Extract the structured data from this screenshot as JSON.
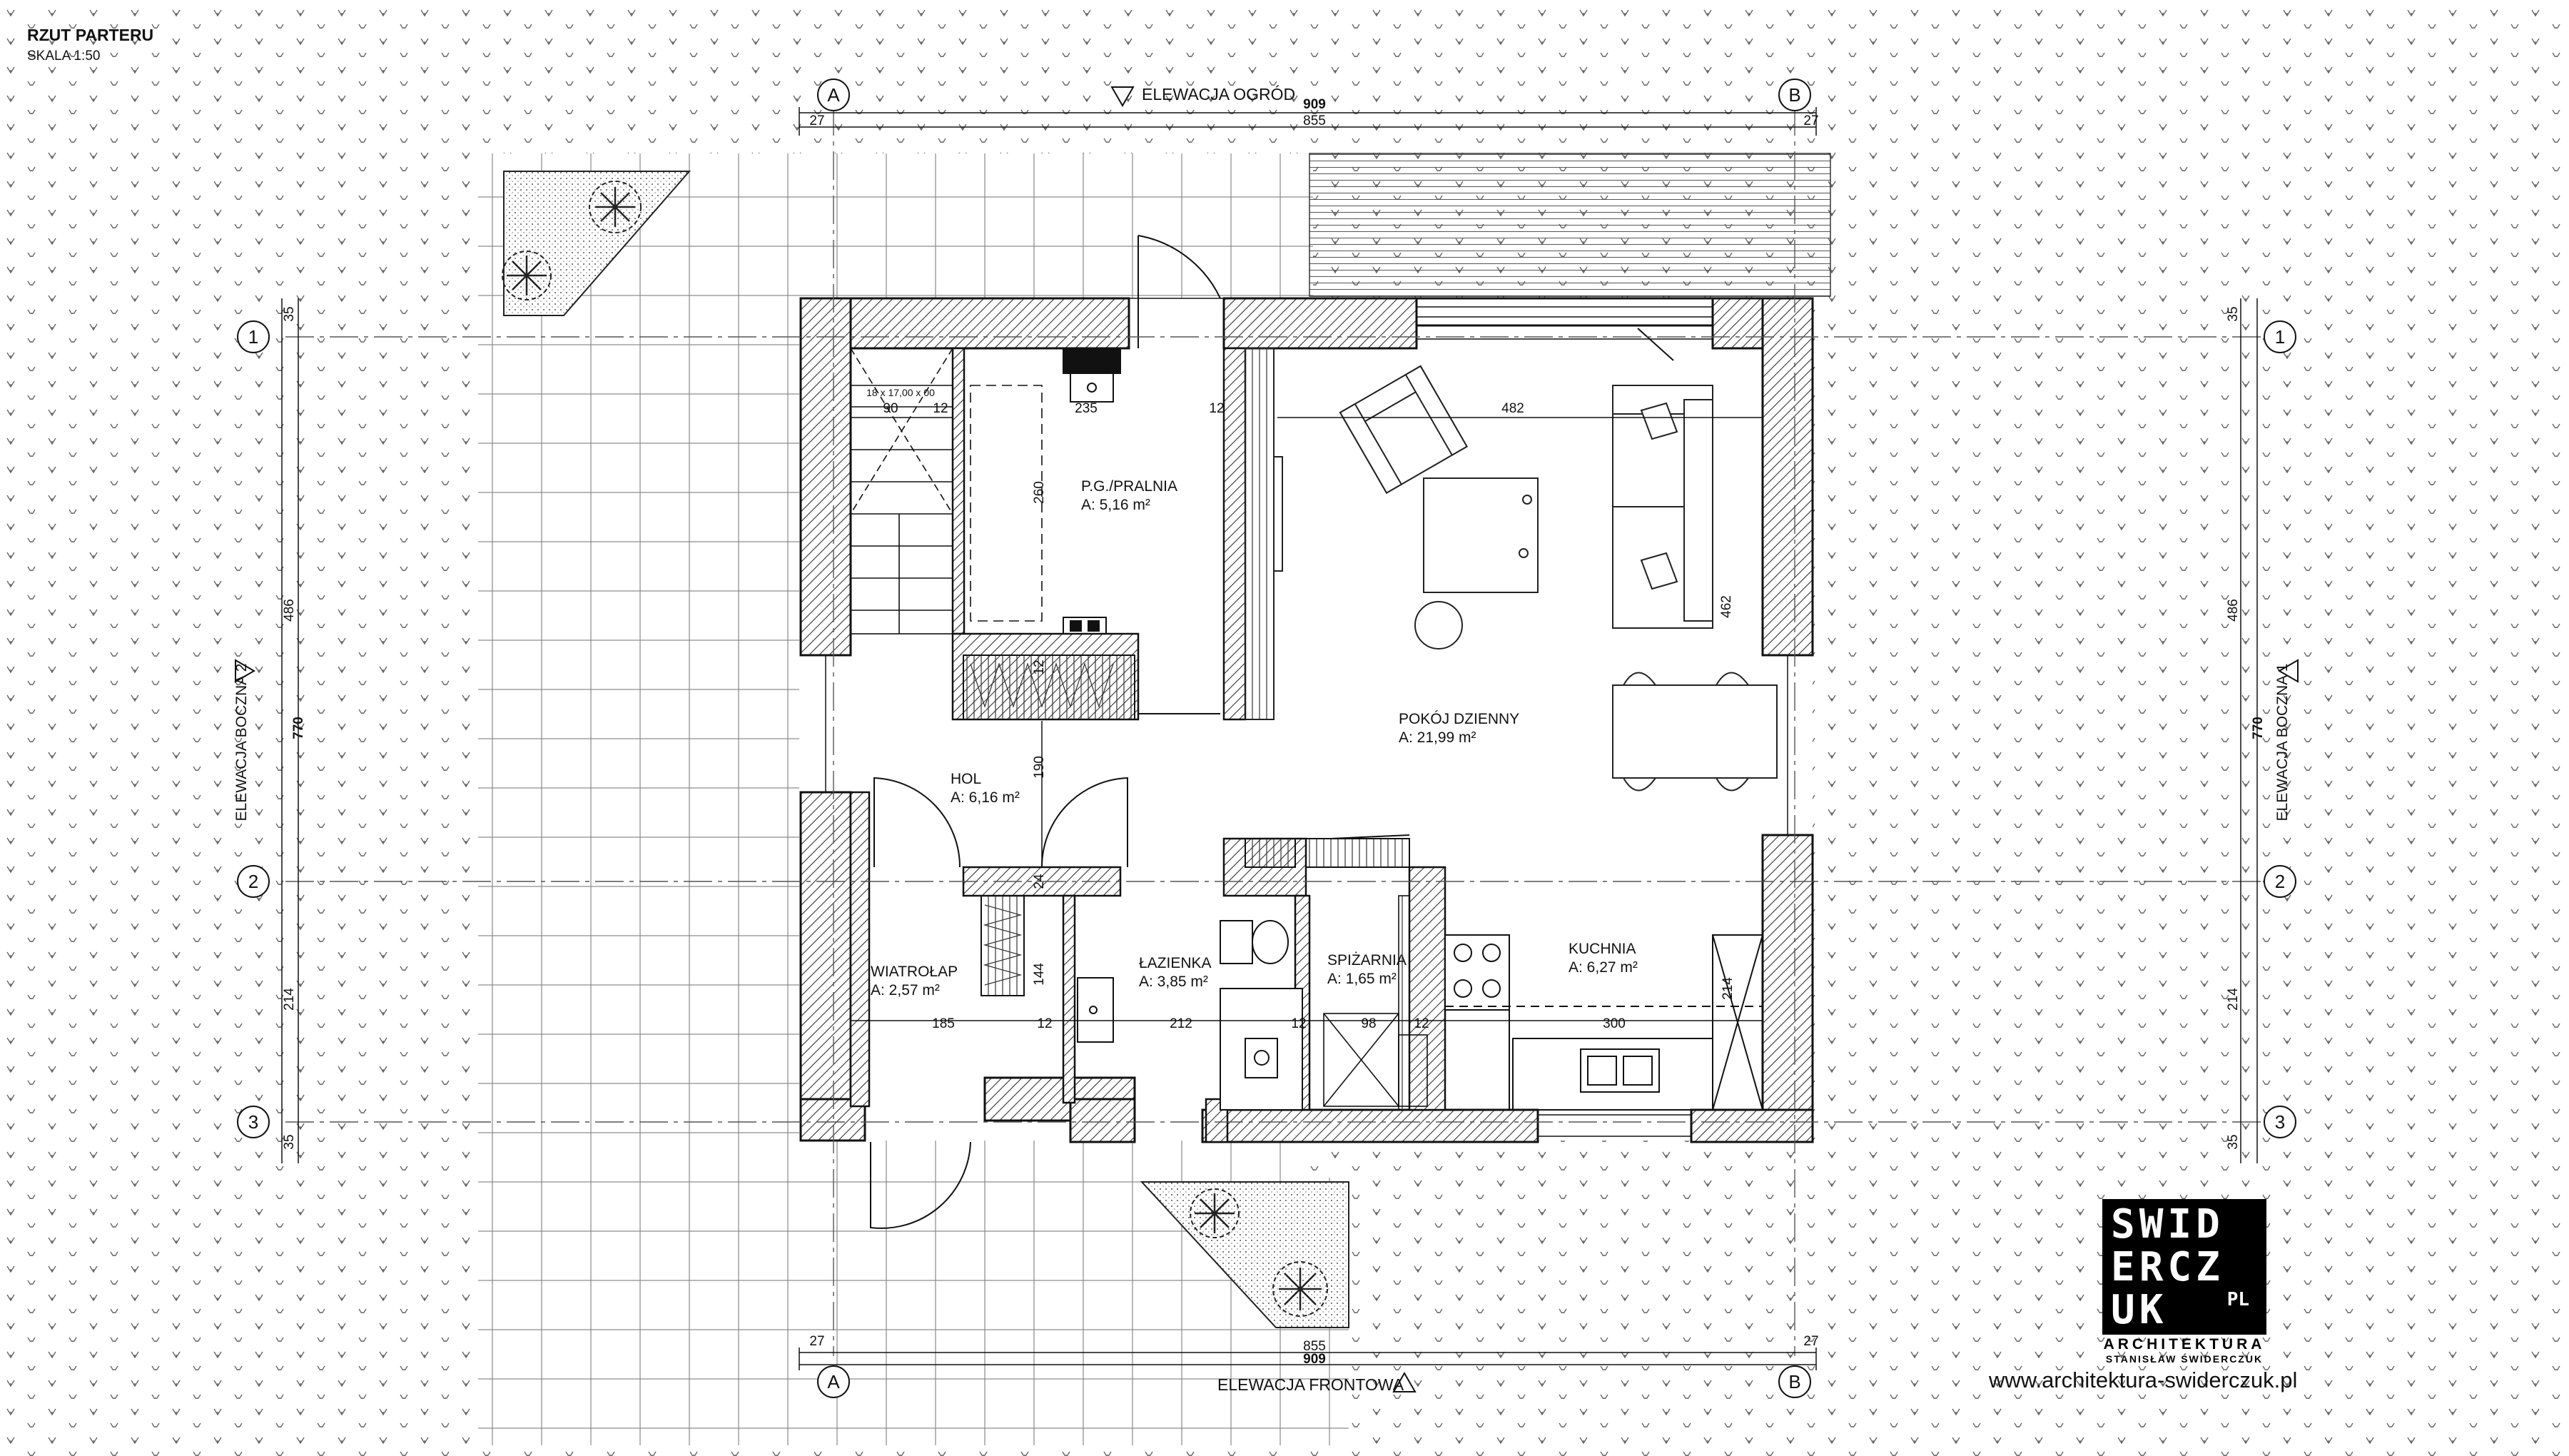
{
  "header": {
    "title": "RZUT PARTERU",
    "scale": "SKALA 1:50"
  },
  "grid_axes": {
    "A": "A",
    "B": "B",
    "n1": "1",
    "n2": "2",
    "n3": "3"
  },
  "elevations": {
    "garden": "ELEWACJA OGRÓD",
    "front": "ELEWACJA FRONTOWA",
    "side1": "ELEWACJA BOCZNA 1",
    "side2": "ELEWACJA BOCZNA 2"
  },
  "dims": {
    "overall_w": "909",
    "inner_w": "855",
    "edge": "27",
    "overall_h": "770",
    "side_h1": "486",
    "side_h2": "214",
    "side_edge": "35",
    "stairs": "18 x 17,00 x 00",
    "d90": "90",
    "d12": "12",
    "d235": "235",
    "d482": "482",
    "d260": "260",
    "d462": "462",
    "d190": "190",
    "d24": "24",
    "d144": "144",
    "d185": "185",
    "d212": "212",
    "d98": "98",
    "d300": "300"
  },
  "rooms": [
    {
      "name": "P.G./PRALNIA",
      "area": "A: 5,16 m²"
    },
    {
      "name": "POKÓJ DZIENNY",
      "area": "A: 21,99 m²"
    },
    {
      "name": "HOL",
      "area": "A: 6,16 m²"
    },
    {
      "name": "WIATROŁAP",
      "area": "A: 2,57 m²"
    },
    {
      "name": "ŁAZIENKA",
      "area": "A: 3,85 m²"
    },
    {
      "name": "SPIŻARNIA",
      "area": "A: 1,65 m²"
    },
    {
      "name": "KUCHNIA",
      "area": "A: 6,27 m²"
    }
  ],
  "logo": {
    "row1": "SWID",
    "row2": "ERCZ",
    "row3": "UK",
    "suffix": "PL",
    "line1": "ARCHITEKTURA",
    "line2": "STANISŁAW ŚWIDERCZUK"
  },
  "website": "www.architektura-swiderczuk.pl",
  "colors": {
    "ink": "#111111",
    "hatch": "#444444",
    "paper": "#ffffff"
  }
}
